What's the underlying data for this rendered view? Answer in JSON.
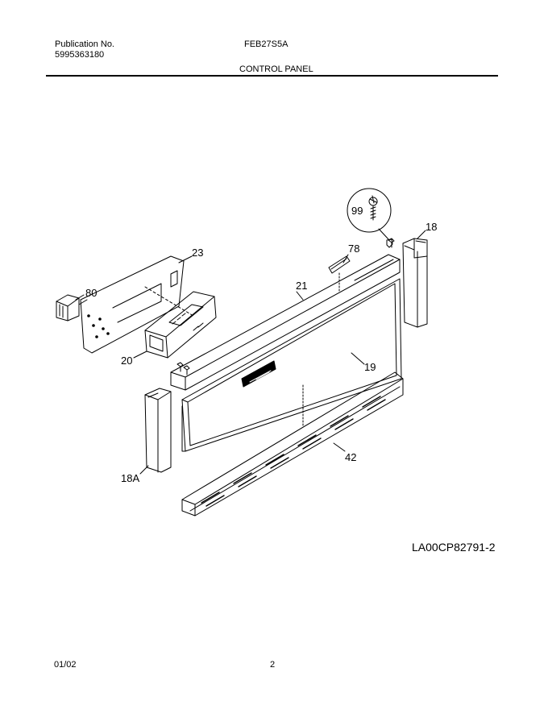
{
  "header": {
    "publication_label": "Publication No.",
    "publication_number": "5995363180",
    "model": "FEB27S5A",
    "section_title": "CONTROL PANEL"
  },
  "callouts": {
    "p99": "99",
    "p78": "78",
    "p18": "18",
    "p23": "23",
    "p21": "21",
    "p80": "80",
    "p20": "20",
    "p19": "19",
    "p18a": "18A",
    "p42": "42"
  },
  "drawing_id": "LA00CP82791-2",
  "footer": {
    "date": "01/02",
    "page": "2"
  }
}
